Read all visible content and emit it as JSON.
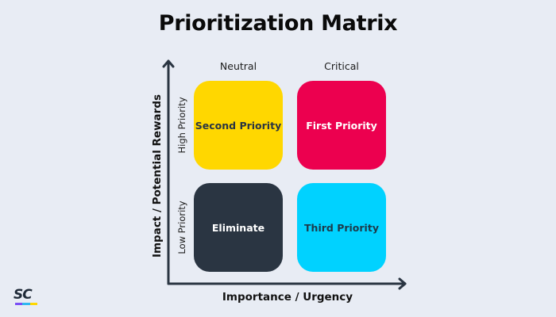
{
  "title": "Prioritization Matrix",
  "columns": [
    {
      "label": "Neutral"
    },
    {
      "label": "Critical"
    }
  ],
  "rows": [
    {
      "label": "High Priority"
    },
    {
      "label": "Low Priority"
    }
  ],
  "axes": {
    "y_title": "Impact / Potential Rewards",
    "x_title": "Importance / Urgency",
    "color": "#2a3542"
  },
  "quadrants": [
    {
      "label": "Second Priority",
      "row": "High Priority",
      "column": "Neutral",
      "color": "#ffd700",
      "text_color": "#2a3542"
    },
    {
      "label": "First Priority",
      "row": "High Priority",
      "column": "Critical",
      "color": "#ec004f",
      "text_color": "#ffffff"
    },
    {
      "label": "Eliminate",
      "row": "Low Priority",
      "column": "Neutral",
      "color": "#2a3542",
      "text_color": "#ffffff"
    },
    {
      "label": "Third Priority",
      "row": "Low Priority",
      "column": "Critical",
      "color": "#00d2ff",
      "text_color": "#1d3a4a"
    }
  ],
  "logo": {
    "text": "SC",
    "bar_colors": [
      "#7b4ff5",
      "#2fb8f0",
      "#ffd700"
    ]
  },
  "background": "#e8ecf4"
}
